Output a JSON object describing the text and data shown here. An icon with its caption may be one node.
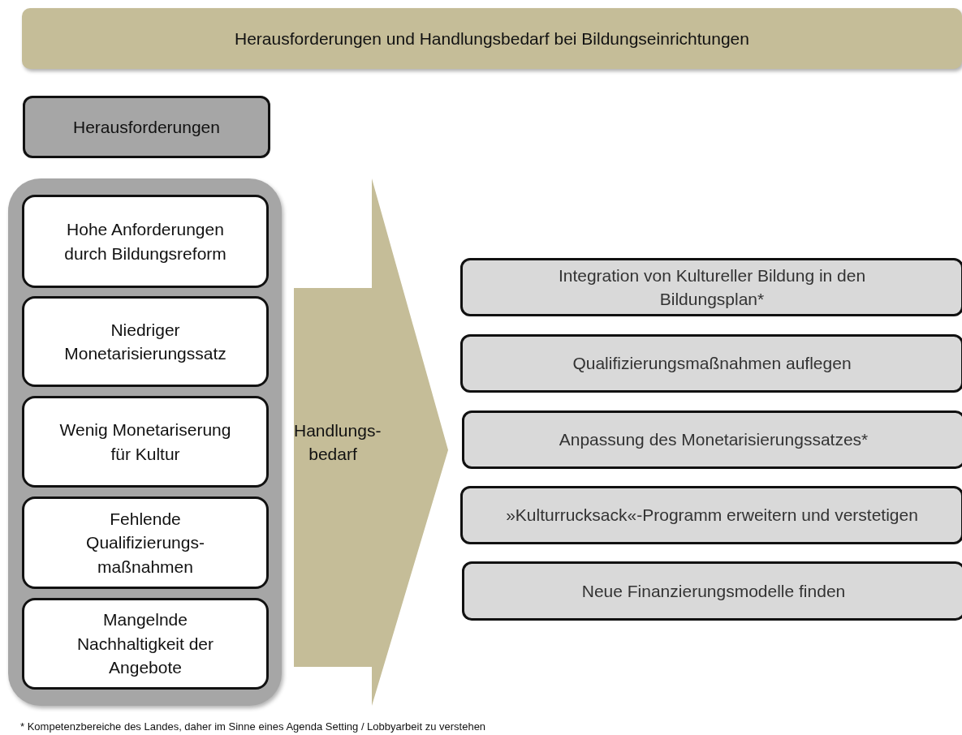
{
  "diagram": {
    "nodes": [
      {
        "text": [
          "Herausforderungen und Handlungsbedarf bei Bildungseinrichtungen"
        ]
      },
      {
        "text": [
          "Herausforderungen"
        ]
      },
      {
        "text": [],
        "shape": "box"
      },
      {
        "text": [
          "Hohe Anforderungen durch Bildungsreform"
        ],
        "in": 2
      },
      {
        "text": [
          "Niedriger Monetarisierungssatz"
        ],
        "in": 2
      },
      {
        "text": [
          "Wenig Monetariserung für Kultur"
        ],
        "in": 2
      },
      {
        "text": [
          "Fehlende Qualifizierungs- maßnahmen"
        ],
        "in": 2
      },
      {
        "text": [
          "Mangelnde Nachhaltigkeit der Angebote"
        ],
        "in": 2
      },
      {
        "text": [
          "Handlungs- bedarf"
        ]
      },
      {
        "text": [
          "Integration von Kultureller Bildung in den Bildungsplan*"
        ]
      },
      {
        "text": [
          "Qualifizierungsmaßnahmen auflegen"
        ]
      },
      {
        "text": [
          "Anpassung des Monetarisierungssatzes*"
        ]
      },
      {
        "text": [
          "»Kulturrucksack«-Programm erweitern und verstetigen"
        ]
      },
      {
        "text": [
          "Neue Finanzierungsmodelle finden"
        ]
      }
    ],
    "labels": [
      "* Kompetenzbereiche des Landes, daher im Sinne eines Agenda Setting / Lobbyarbeit zu verstehen"
    ]
  }
}
